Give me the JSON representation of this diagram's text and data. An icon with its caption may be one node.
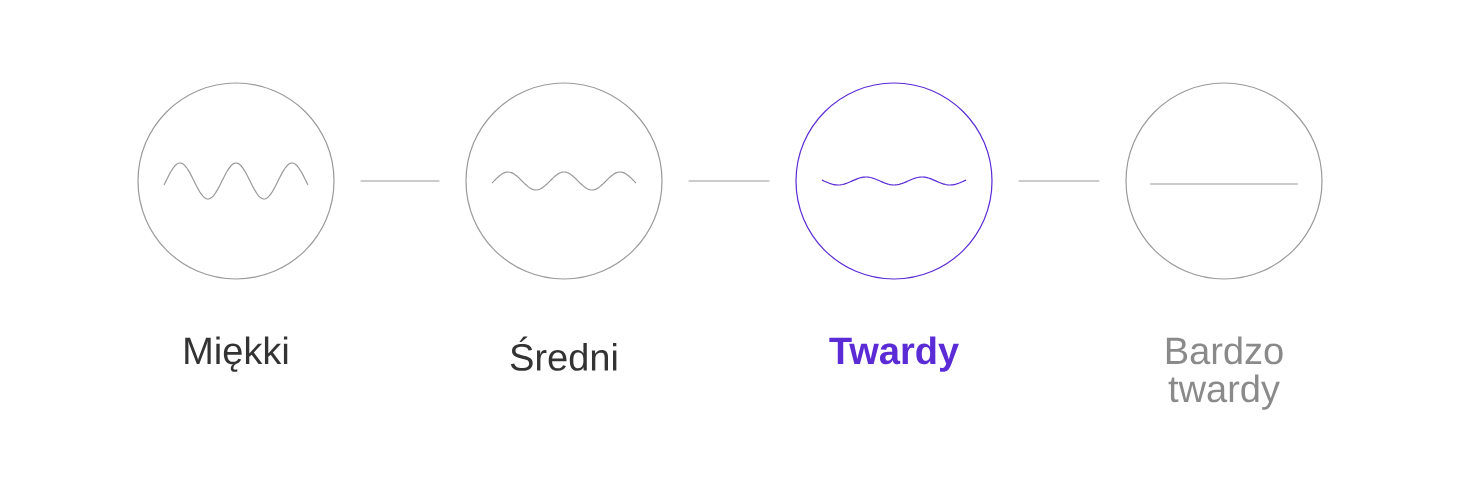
{
  "diagram": {
    "nodes": [
      {
        "text": [],
        "shape": "circle",
        "beside": [
          "Miękki"
        ]
      },
      {
        "text": [],
        "shape": "circle",
        "beside": [
          "Średni"
        ]
      },
      {
        "text": [],
        "shape": "circle",
        "beside": [
          "Twardy"
        ]
      },
      {
        "text": [],
        "shape": "circle",
        "beside": [
          "Bardzo twardy"
        ]
      }
    ],
    "edges": [
      {
        "from": 0,
        "to": 1,
        "arrow": "none"
      },
      {
        "from": 1,
        "to": 2,
        "arrow": "none"
      },
      {
        "from": 2,
        "to": 3,
        "arrow": "none"
      }
    ]
  }
}
